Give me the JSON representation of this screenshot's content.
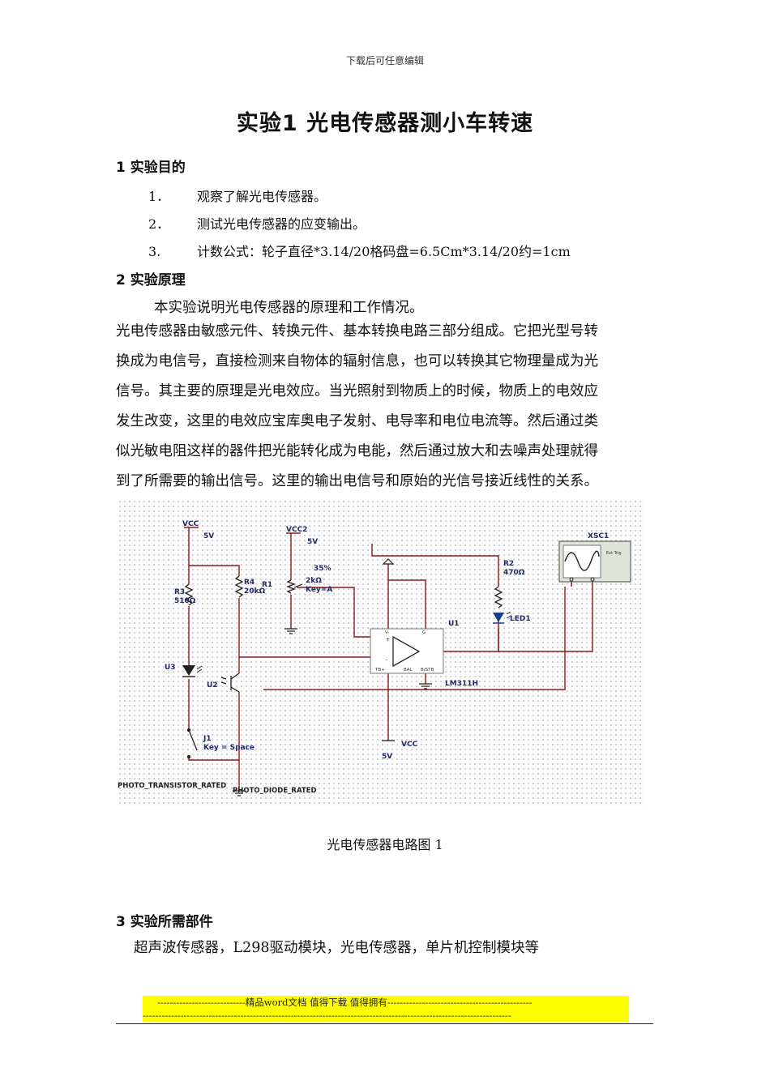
{
  "header": {
    "note": "下载后可任意编辑"
  },
  "doc": {
    "title": "实验1 光电传感器测小车转速",
    "sections": [
      {
        "heading": "1 实验目的"
      },
      {
        "heading": "2 实验原理"
      },
      {
        "heading": "3 实验所需部件"
      }
    ],
    "objectives": [
      {
        "num": "1．",
        "text": "观察了解光电传感器。"
      },
      {
        "num": "2．",
        "text": "测试光电传感器的应变输出。"
      },
      {
        "num": "3.",
        "text": "计数公式：轮子直径*3.14/20格码盘=6.5Cm*3.14/20约=1cm"
      }
    ],
    "principle_intro": "本实验说明光电传感器的原理和工作情况。",
    "principle_lines": [
      "光电传感器由敏感元件、转换元件、基本转换电路三部分组成。它把光型号转",
      "换成为电信号，直接检测来自物体的辐射信息，也可以转换其它物理量成为光",
      "信号。其主要的原理是光电效应。当光照射到物质上的时候，物质上的电效应",
      "发生改变，这里的电效应宝库奥电子发射、电导率和电位电流等。然后通过类",
      "似光敏电阻这样的器件把光能转化成为电能，然后通过放大和去噪声处理就得",
      "到了所需要的输出信号。这里的输出电信号和原始的光信号接近线性的关系。"
    ],
    "figure_caption": "光电传感器电路图 1",
    "parts_text": "超声波传感器，L298驱动模块，光电传感器，单片机控制模块等"
  },
  "circuit": {
    "vcc": "VCC",
    "vcc_v": "5V",
    "vcc2": "VCC2",
    "vcc2_v": "5V",
    "r3": "R3",
    "r3_v": "510Ω",
    "r4": "R4",
    "r4_v": "20kΩ",
    "r1": "R1",
    "pot_pct": "35%",
    "pot_v": "2kΩ",
    "pot_key": "Key=A",
    "r2": "R2",
    "r2_v": "470Ω",
    "xsc": "XSC1",
    "led": "LED1",
    "u1": "U1",
    "u1_part": "LM311H",
    "u3": "U3",
    "u2": "U2",
    "j1": "J1",
    "j1_key": "Key = Space",
    "vcc_bot": "VCC",
    "vcc_bot_v": "5V",
    "pt_label": "PHOTO_TRANSISTOR_RATED",
    "pd_label": "PHOTO_DIODE_RATED"
  },
  "footer": {
    "line1": "----------------------------精品word文档 值得下载 值得拥有----------------------------------------------",
    "line2": "---------------------------------------------------------------------------------------------------------------------"
  }
}
